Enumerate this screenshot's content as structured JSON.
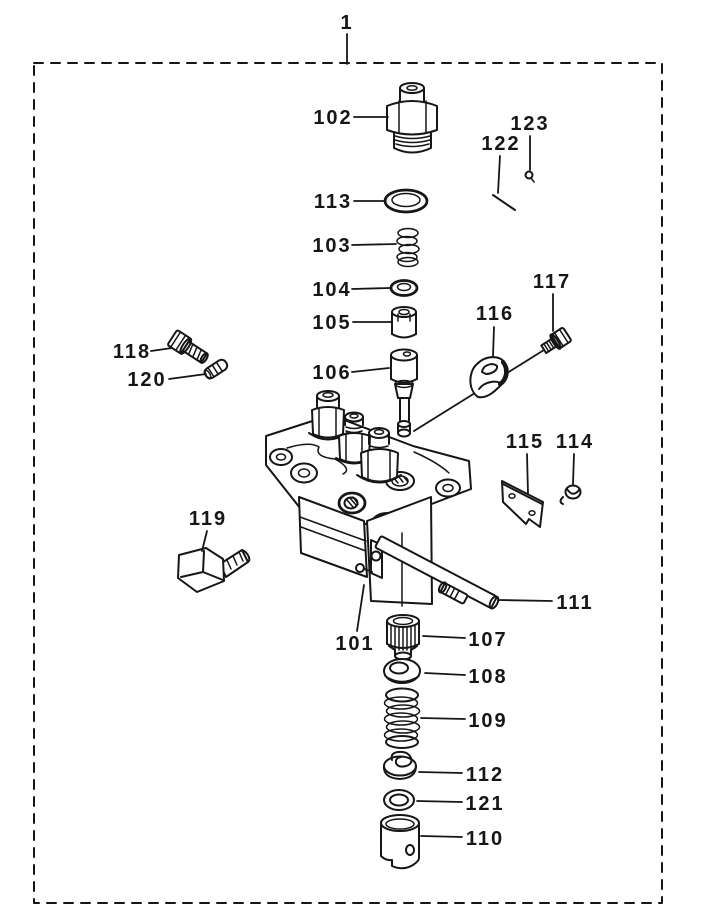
{
  "diagram": {
    "figure_type": "exploded-parts-diagram",
    "assembly_callout": "1",
    "ink_color": "#161616",
    "paper_color": "#ffffff",
    "border_style": "dashed-rectangle"
  },
  "labels": {
    "p1": "1",
    "p101": "101",
    "p102": "102",
    "p103": "103",
    "p104": "104",
    "p105": "105",
    "p106": "106",
    "p107": "107",
    "p108": "108",
    "p109": "109",
    "p110": "110",
    "p111": "111",
    "p112": "112",
    "p113": "113",
    "p114": "114",
    "p115": "115",
    "p116": "116",
    "p117": "117",
    "p118": "118",
    "p119": "119",
    "p120": "120",
    "p121": "121",
    "p122": "122",
    "p123": "123"
  }
}
